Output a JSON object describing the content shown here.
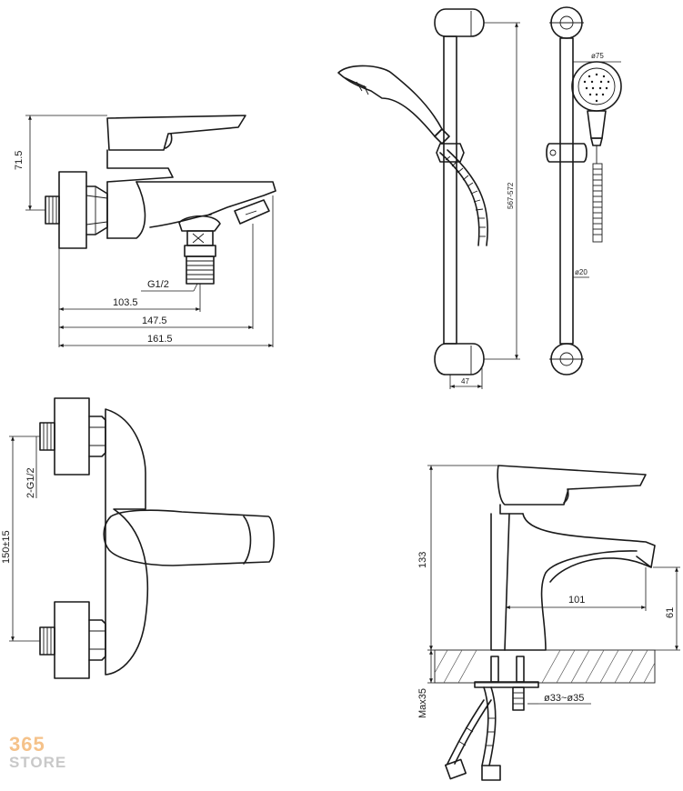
{
  "dimensions": {
    "bath_height": "71.5",
    "bath_thread": "G1/2",
    "bath_len_1": "103.5",
    "bath_len_2": "147.5",
    "bath_len_3": "161.5",
    "rail_length": "567-572",
    "rail_depth": "47",
    "head_diameter": "ø75",
    "rail_diameter": "ø20",
    "front_thread": "2-G1/2",
    "centres": "150±15",
    "basin_height": "133",
    "basin_reach": "101",
    "basin_spout_h": "61",
    "basin_hole": "ø33~ø35",
    "deck_max": "Max35"
  },
  "logo": {
    "number": "365",
    "text": "STORE",
    "colors": {
      "number": "#f5c28a",
      "text": "#c9c9c9"
    }
  }
}
